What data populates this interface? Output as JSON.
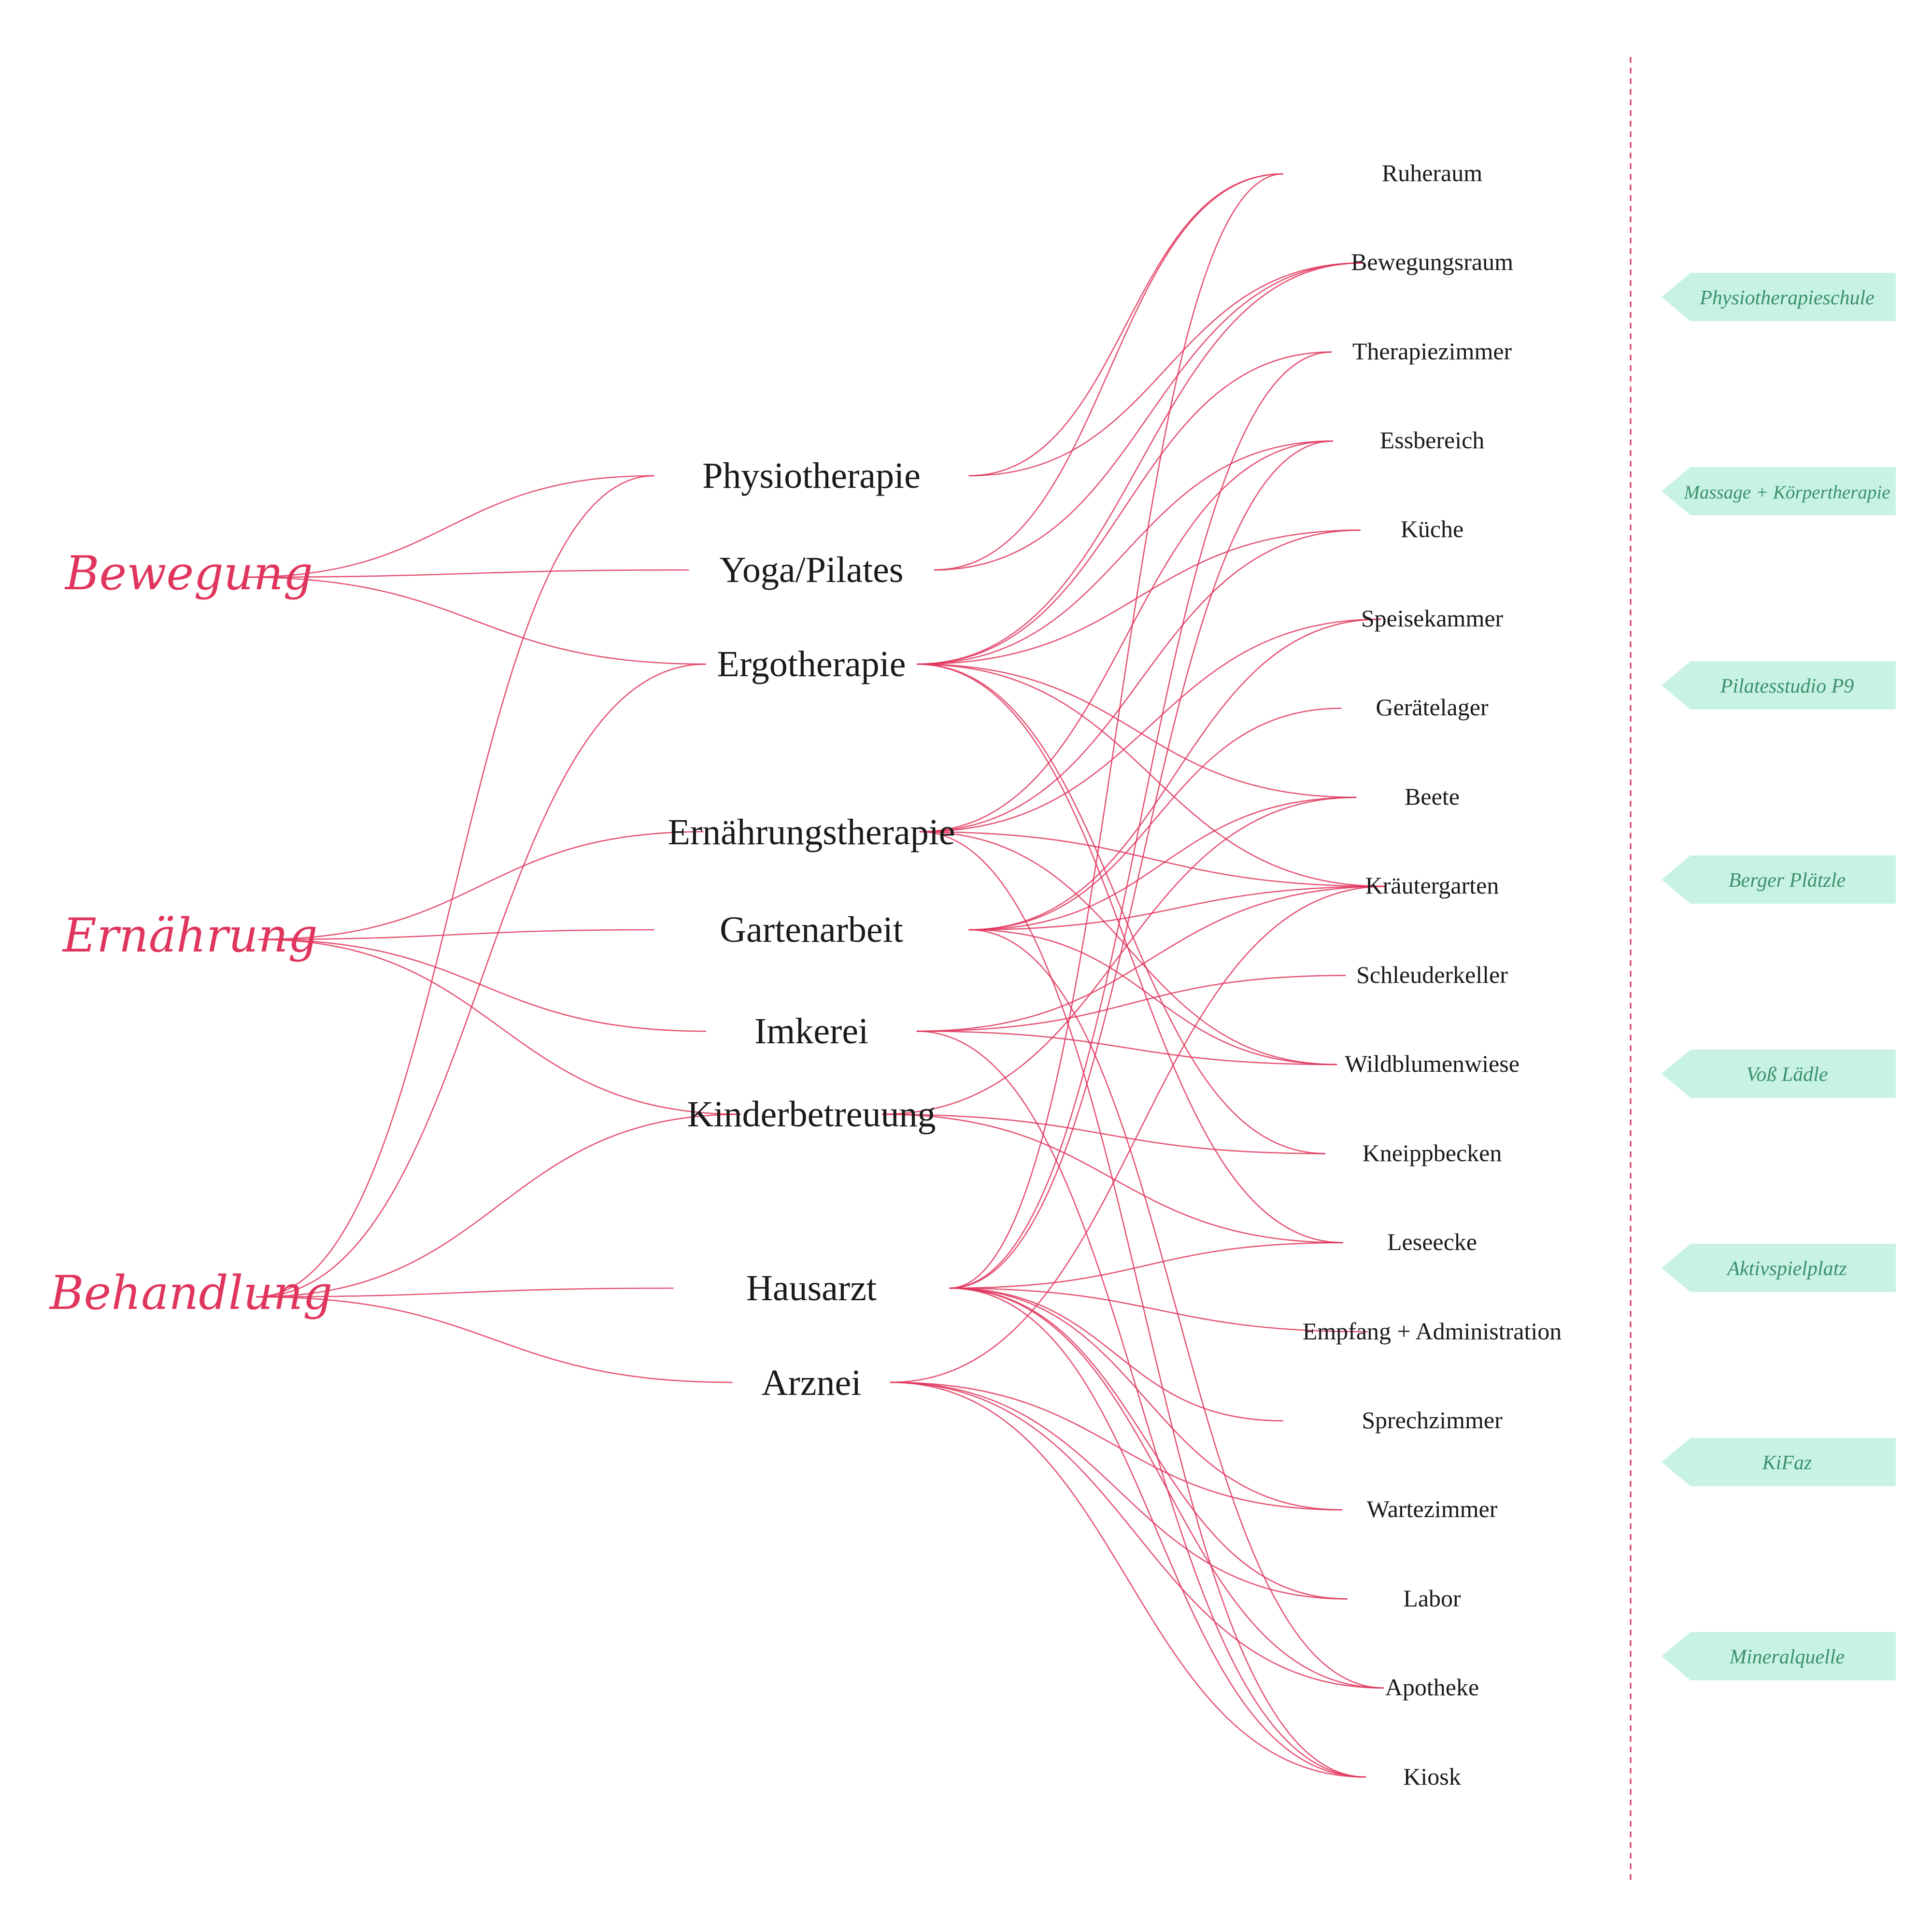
{
  "colors": {
    "accent": "#e0355c",
    "tag_fill": "#c8f3e3",
    "tag_text": "#3b8f6f",
    "text": "#1a1a1a"
  },
  "categories": [
    "Bewegung",
    "Ernährung",
    "Behandlung"
  ],
  "activities": [
    "Physiotherapie",
    "Yoga/Pilates",
    "Ergotherapie",
    "Ernährungstherapie",
    "Gartenarbeit",
    "Imkerei",
    "Kinderbetreuung",
    "Hausarzt",
    "Arznei"
  ],
  "spaces": [
    "Ruheraum",
    "Bewegungsraum",
    "Therapiezimmer",
    "Essbereich",
    "Küche",
    "Speisekammer",
    "Gerätelager",
    "Beete",
    "Kräutergarten",
    "Schleuderkeller",
    "Wildblumenwiese",
    "Kneippbecken",
    "Leseecke",
    "Empfang + Administration",
    "Sprechzimmer",
    "Wartezimmer",
    "Labor",
    "Apotheke",
    "Kiosk"
  ],
  "places": [
    "Physiotherapieschule",
    "Massage + Körpertherapie",
    "Pilatesstudio P9",
    "Berger Plätzle",
    "Voß Lädle",
    "Aktivspielplatz",
    "KiFaz",
    "Mineralquelle"
  ],
  "category_links": [
    [
      "Bewegung",
      "Physiotherapie"
    ],
    [
      "Bewegung",
      "Yoga/Pilates"
    ],
    [
      "Bewegung",
      "Ergotherapie"
    ],
    [
      "Ernährung",
      "Ernährungstherapie"
    ],
    [
      "Ernährung",
      "Gartenarbeit"
    ],
    [
      "Ernährung",
      "Imkerei"
    ],
    [
      "Ernährung",
      "Kinderbetreuung"
    ],
    [
      "Behandlung",
      "Physiotherapie"
    ],
    [
      "Behandlung",
      "Ergotherapie"
    ],
    [
      "Behandlung",
      "Kinderbetreuung"
    ],
    [
      "Behandlung",
      "Hausarzt"
    ],
    [
      "Behandlung",
      "Arznei"
    ]
  ],
  "space_links": [
    [
      "Physiotherapie",
      "Ruheraum"
    ],
    [
      "Physiotherapie",
      "Bewegungsraum"
    ],
    [
      "Yoga/Pilates",
      "Ruheraum"
    ],
    [
      "Yoga/Pilates",
      "Bewegungsraum"
    ],
    [
      "Ergotherapie",
      "Bewegungsraum"
    ],
    [
      "Ergotherapie",
      "Therapiezimmer"
    ],
    [
      "Ergotherapie",
      "Essbereich"
    ],
    [
      "Ergotherapie",
      "Küche"
    ],
    [
      "Ergotherapie",
      "Beete"
    ],
    [
      "Ergotherapie",
      "Kräutergarten"
    ],
    [
      "Ergotherapie",
      "Kneippbecken"
    ],
    [
      "Ergotherapie",
      "Leseecke"
    ],
    [
      "Ernährungstherapie",
      "Essbereich"
    ],
    [
      "Ernährungstherapie",
      "Küche"
    ],
    [
      "Ernährungstherapie",
      "Speisekammer"
    ],
    [
      "Ernährungstherapie",
      "Kräutergarten"
    ],
    [
      "Ernährungstherapie",
      "Wildblumenwiese"
    ],
    [
      "Ernährungstherapie",
      "Kiosk"
    ],
    [
      "Gartenarbeit",
      "Speisekammer"
    ],
    [
      "Gartenarbeit",
      "Gerätelager"
    ],
    [
      "Gartenarbeit",
      "Beete"
    ],
    [
      "Gartenarbeit",
      "Kräutergarten"
    ],
    [
      "Gartenarbeit",
      "Wildblumenwiese"
    ],
    [
      "Gartenarbeit",
      "Apotheke"
    ],
    [
      "Imkerei",
      "Kräutergarten"
    ],
    [
      "Imkerei",
      "Schleuderkeller"
    ],
    [
      "Imkerei",
      "Wildblumenwiese"
    ],
    [
      "Imkerei",
      "Kiosk"
    ],
    [
      "Kinderbetreuung",
      "Beete"
    ],
    [
      "Kinderbetreuung",
      "Kneippbecken"
    ],
    [
      "Kinderbetreuung",
      "Leseecke"
    ],
    [
      "Hausarzt",
      "Ruheraum"
    ],
    [
      "Hausarzt",
      "Therapiezimmer"
    ],
    [
      "Hausarzt",
      "Essbereich"
    ],
    [
      "Hausarzt",
      "Leseecke"
    ],
    [
      "Hausarzt",
      "Empfang + Administration"
    ],
    [
      "Hausarzt",
      "Sprechzimmer"
    ],
    [
      "Hausarzt",
      "Wartezimmer"
    ],
    [
      "Hausarzt",
      "Labor"
    ],
    [
      "Hausarzt",
      "Apotheke"
    ],
    [
      "Hausarzt",
      "Kiosk"
    ],
    [
      "Arznei",
      "Kräutergarten"
    ],
    [
      "Arznei",
      "Wartezimmer"
    ],
    [
      "Arznei",
      "Labor"
    ],
    [
      "Arznei",
      "Apotheke"
    ],
    [
      "Arznei",
      "Kiosk"
    ]
  ]
}
